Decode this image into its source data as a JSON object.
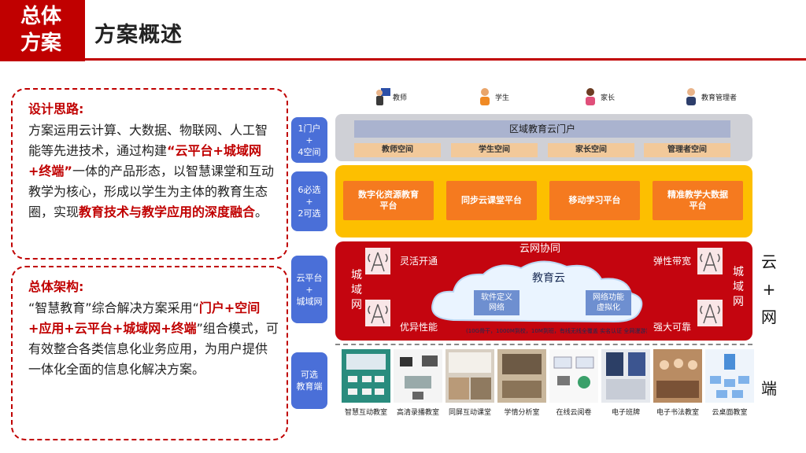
{
  "header": {
    "badge_line1": "总体",
    "badge_line2": "方案",
    "title": "方案概述"
  },
  "design": {
    "title": "设计思路:",
    "t1": "方案运用云计算、大数据、物联网、人工智能等先进技术，通过构建",
    "h1": "“云平台+城域网+终端”",
    "t2": "一体的产品形态，以智慧课堂和互动教学为核心，形成以学生为主体的教育生态圈，实现",
    "h2": "教育技术与教学应用的深度融合",
    "t3": "。"
  },
  "arch": {
    "title": "总体架构:",
    "t1": "“智慧教育”综合解决方案采用“",
    "h1": "门户+空间+应用+云平台+城域网+终端",
    "t2": "”组合模式，可有效整合各类信息化业务应用，为用户提供一体化全面的信息化解决方案。"
  },
  "roles": [
    "教师",
    "学生",
    "家长",
    "教育管理者"
  ],
  "layer_labels": {
    "portal": [
      "1门户",
      "+",
      "4空间"
    ],
    "apps": [
      "6必选",
      "+",
      "2可选"
    ],
    "cloud": [
      "云平台",
      "+",
      "城域网"
    ],
    "terminal": [
      "可选",
      "教育端"
    ]
  },
  "portal": {
    "title": "区域教育云门户",
    "spaces": [
      "教师空间",
      "学生空间",
      "家长空间",
      "管理者空间"
    ]
  },
  "apps": [
    [
      "数字化资源教育",
      "平台"
    ],
    [
      "同步云课堂平台"
    ],
    [
      "移动学习平台"
    ],
    [
      "精准教学大数据",
      "平台"
    ]
  ],
  "cloud": {
    "title": "云网协同",
    "center": "教育云",
    "left_vert": [
      "城",
      "域",
      "网"
    ],
    "right_vert": [
      "城",
      "域",
      "网"
    ],
    "top_left": "灵活开通",
    "top_right": "弹性带宽",
    "bottom_left": "优异性能",
    "bottom_right": "强大可靠",
    "box1": [
      "软件定义",
      "网络"
    ],
    "box2": [
      "网络功能",
      "虚拟化"
    ],
    "caption": "(10G骨干，1000M到校，10M到班，有线无线全覆盖 实名认证 全网漫游)"
  },
  "side": {
    "cloud_net": [
      "云",
      "+",
      "网"
    ],
    "end": "端"
  },
  "terminals": [
    "智慧互动教室",
    "高清录播教室",
    "同屏互动课堂",
    "学情分析室",
    "在线云阅卷",
    "电子班牌",
    "电子书法教室",
    "云桌面教室"
  ]
}
